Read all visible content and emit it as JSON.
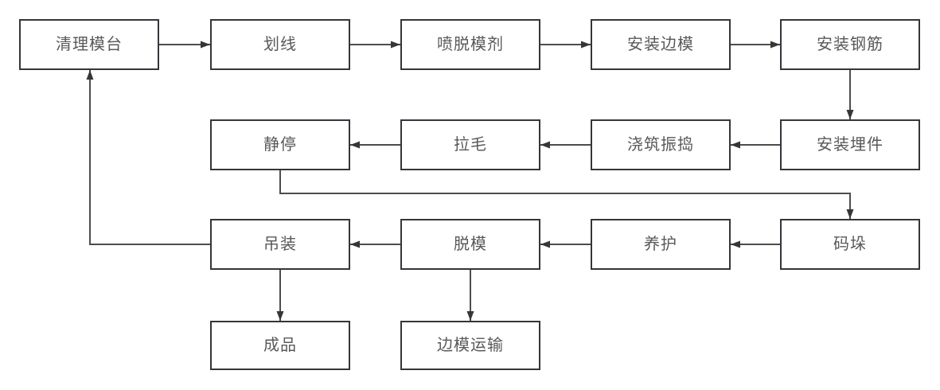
{
  "diagram": {
    "type": "flowchart",
    "title": "",
    "colors": {
      "node_border": "#33363a",
      "node_fill": "#ffffff",
      "connector_line": "#4d4d4d",
      "arrowhead": "#363636",
      "label_text": "#595959",
      "background": "#ffffff"
    },
    "nodes": [
      {
        "id": "clean-mold-table",
        "label": "清理模台"
      },
      {
        "id": "marking",
        "label": "划线"
      },
      {
        "id": "spray-release-agent",
        "label": "喷脱模剂"
      },
      {
        "id": "install-side-mold",
        "label": "安装边模"
      },
      {
        "id": "install-rebar",
        "label": "安装钢筋"
      },
      {
        "id": "install-embedded-parts",
        "label": "安装埋件"
      },
      {
        "id": "pour-and-vibrate",
        "label": "浇筑振捣"
      },
      {
        "id": "roughening",
        "label": "拉毛"
      },
      {
        "id": "resting",
        "label": "静停"
      },
      {
        "id": "stacking",
        "label": "码垛"
      },
      {
        "id": "curing",
        "label": "养护"
      },
      {
        "id": "demolding",
        "label": "脱模"
      },
      {
        "id": "hoisting",
        "label": "吊装"
      },
      {
        "id": "finished-product",
        "label": "成品"
      },
      {
        "id": "side-mold-transport",
        "label": "边模运输"
      }
    ],
    "edges": [
      {
        "from": "clean-mold-table",
        "to": "marking"
      },
      {
        "from": "marking",
        "to": "spray-release-agent"
      },
      {
        "from": "spray-release-agent",
        "to": "install-side-mold"
      },
      {
        "from": "install-side-mold",
        "to": "install-rebar"
      },
      {
        "from": "install-rebar",
        "to": "install-embedded-parts"
      },
      {
        "from": "install-embedded-parts",
        "to": "pour-and-vibrate"
      },
      {
        "from": "pour-and-vibrate",
        "to": "roughening"
      },
      {
        "from": "roughening",
        "to": "resting"
      },
      {
        "from": "resting",
        "to": "stacking"
      },
      {
        "from": "stacking",
        "to": "curing"
      },
      {
        "from": "curing",
        "to": "demolding"
      },
      {
        "from": "demolding",
        "to": "hoisting"
      },
      {
        "from": "hoisting",
        "to": "clean-mold-table"
      },
      {
        "from": "hoisting",
        "to": "finished-product"
      },
      {
        "from": "demolding",
        "to": "side-mold-transport"
      }
    ]
  }
}
